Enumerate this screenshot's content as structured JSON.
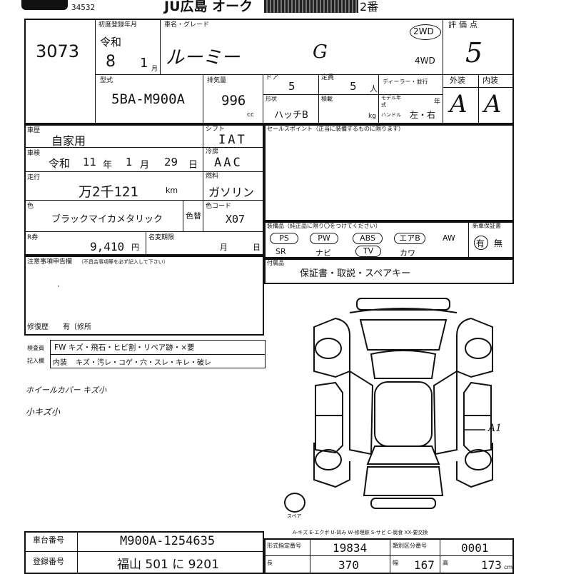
{
  "header": {
    "logo_text": "",
    "small_number": "34532",
    "auction_name": "JU広島 オーク",
    "blurred_text": "",
    "suffix": "2番"
  },
  "lot_number": "3073",
  "first_registration": {
    "label": "初度登録年月",
    "era": "令和",
    "year": "8",
    "month": "1",
    "month_unit": "月"
  },
  "car_name": {
    "label": "車名・グレード",
    "name": "ルーミー",
    "grade": "G"
  },
  "drive": {
    "option_2wd": "2WD",
    "option_4wd": "4WD",
    "selected": "2WD"
  },
  "score": {
    "label": "評価点",
    "value": "5"
  },
  "model": {
    "label": "型式",
    "value": "5BA-M900A"
  },
  "displacement": {
    "label": "排気量",
    "value": "996",
    "unit": "cc"
  },
  "doors": {
    "label": "ドア",
    "value": "5"
  },
  "capacity": {
    "label": "定員",
    "value": "5",
    "unit": "人"
  },
  "dealer_label": "ディーラー・並行",
  "model_year_label": "モデル年式",
  "model_year_unit": "年",
  "shape": {
    "label": "形状",
    "value": "ハッチB"
  },
  "load": {
    "label": "積載",
    "unit": "kg"
  },
  "handle": {
    "label": "ハンドル",
    "value": "左・右"
  },
  "exterior_grade": {
    "label": "外装",
    "value": "A"
  },
  "interior_grade": {
    "label": "内装",
    "value": "A"
  },
  "usage": {
    "label": "車歴",
    "value": "自家用"
  },
  "inspection": {
    "label": "車検",
    "era": "令和",
    "year": "11",
    "year_unit": "年",
    "month": "1",
    "month_unit": "月",
    "day": "29",
    "day_unit": "日"
  },
  "mileage": {
    "label": "走行",
    "value": "万2千121",
    "unit": "km"
  },
  "shift": {
    "label": "シフト",
    "value": "IAT"
  },
  "aircon": {
    "label": "冷房",
    "value": "AAC"
  },
  "fuel": {
    "label": "燃料",
    "value": "ガソリン"
  },
  "color": {
    "label": "色",
    "value": "ブラックマイカメタリック",
    "change_label": "色替"
  },
  "color_code": {
    "label": "色コード",
    "value": "X07"
  },
  "recycle": {
    "label": "R券",
    "value": "9,410",
    "unit": "円"
  },
  "name_change": {
    "label": "名変期限",
    "month_unit": "月",
    "day_unit": "日"
  },
  "sales_point": {
    "label": "セールスポイント（正当に装備するものに限ります）"
  },
  "equipment": {
    "label": "装備品（純正品に限り〇をつけてください）",
    "row1": [
      "PS",
      "PW",
      "ABS",
      "エアB",
      "AW"
    ],
    "row2": [
      "SR",
      "ナビ",
      "TV",
      "カワ"
    ],
    "circled": [
      "PS",
      "PW",
      "ABS",
      "エアB",
      "TV"
    ]
  },
  "new_car_warranty": {
    "label": "新車保証書",
    "option_yes": "有",
    "option_no": "無"
  },
  "accessories": {
    "label": "付属品",
    "value": "保証書・取説・スペアキー"
  },
  "notes": {
    "label": "注意事項申告欄",
    "sublabel": "（不具合事項等を必ず記入して下さい）",
    "repair_label": "修復歴",
    "repair_value": "有〔修所"
  },
  "inspector": {
    "label1": "検査員",
    "label2": "記入欄",
    "row1": "FW キズ・飛石・ヒビ割・リペア跡・×要",
    "row2_prefix": "内装",
    "row2": "キズ・汚レ・コゲ・穴・スレ・キレ・破レ"
  },
  "handwritten": {
    "line1": "ホイールカバー キズ小",
    "line2": "小キズ小"
  },
  "diagram": {
    "damage_mark": "A1",
    "spare_label": "スペア"
  },
  "legend": "A-キズ E-エクボ U-凹み W-修理跡 S-サビ C-腐食 XX-要交換",
  "chassis": {
    "label": "車台番号",
    "value": "M900A-1254635"
  },
  "plate": {
    "label": "登録番号",
    "value": "福山 501 に 9201"
  },
  "shaken_number": {
    "label": "形式指定番号",
    "value": "19834"
  },
  "category_number": {
    "label": "類別区分番号",
    "value": "0001"
  },
  "length": {
    "label": "長",
    "value": "370"
  },
  "width": {
    "label": "幅",
    "value": "167"
  },
  "height": {
    "label": "高",
    "value": "173",
    "unit": "cm"
  }
}
